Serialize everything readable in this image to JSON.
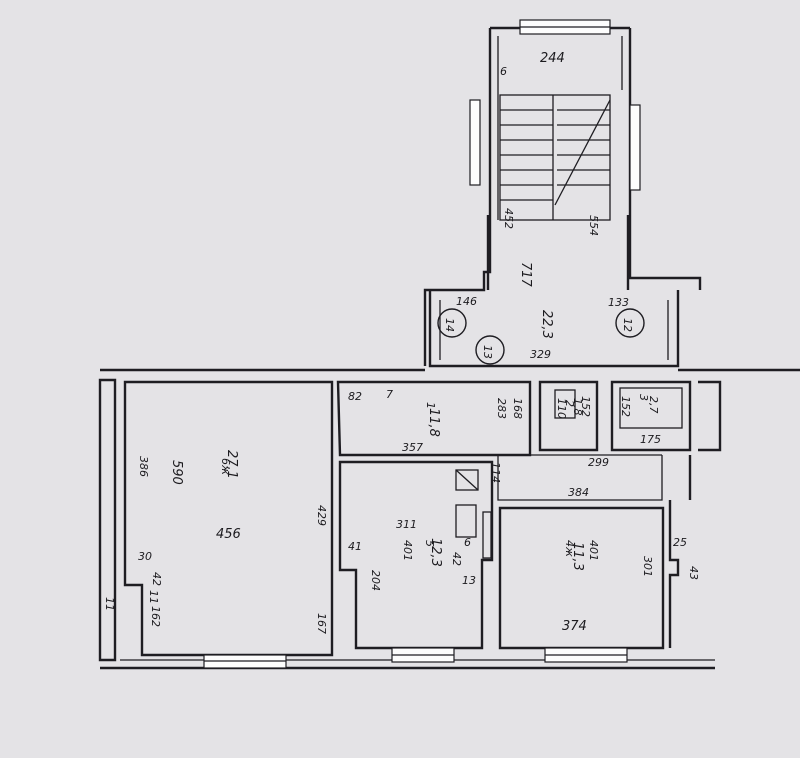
{
  "labels": {
    "stair_top": "244",
    "stair_left_small": "6",
    "stair_depth": "452",
    "stair_width": "554",
    "hall_depth": "717",
    "hall_area": "22,3",
    "hall_width": "329",
    "hall_left_dim": "146",
    "hall_right_dim": "133",
    "circle_14": "14",
    "circle_12": "12",
    "circle_13": "13",
    "corr_82": "82",
    "corr_7": "7",
    "corr_no": "1",
    "corr_area": "11,8",
    "corr_283": "283",
    "corr_168": "168",
    "corr_357": "357",
    "corr_114": "114",
    "wc_no": "2",
    "wc_area": "1,8",
    "wc_w": "110",
    "wc_d": "152",
    "bath_no": "3",
    "bath_area": "2,7",
    "bath_d": "152",
    "bath_w": "175",
    "hall2_299": "299",
    "hall2_384": "384",
    "room6_label": "6ж",
    "room6_area": "27,1",
    "room6_w": "456",
    "room6_d": "590",
    "room6_386": "386",
    "room6_429": "429",
    "room6_167": "167",
    "room6_30": "30",
    "room6_42": "42",
    "room6_11": "11",
    "room6_162": "162",
    "room6_ext": "11",
    "kit_311": "311",
    "kit_no": "5",
    "kit_area": "12,3",
    "kit_401": "401",
    "kit_41": "41",
    "kit_204": "204",
    "kit_6": "6",
    "kit_42": "42",
    "kit_13": "13",
    "room4_label": "4ж",
    "room4_area": "11,3",
    "room4_401": "401",
    "room4_301": "301",
    "room4_374": "374",
    "room4_25": "25",
    "room4_43": "43"
  },
  "colors": {
    "paper": "#e4e3e6",
    "ink": "#1e1d22"
  }
}
